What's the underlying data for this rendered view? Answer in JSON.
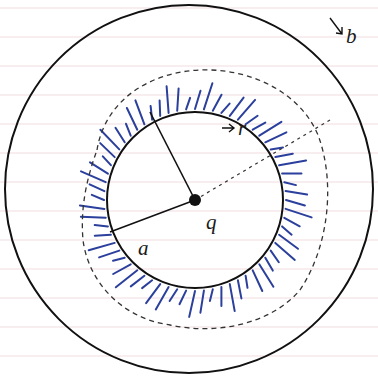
{
  "diagram": {
    "labels": [
      "r",
      "a",
      "q",
      "b"
    ]
  }
}
